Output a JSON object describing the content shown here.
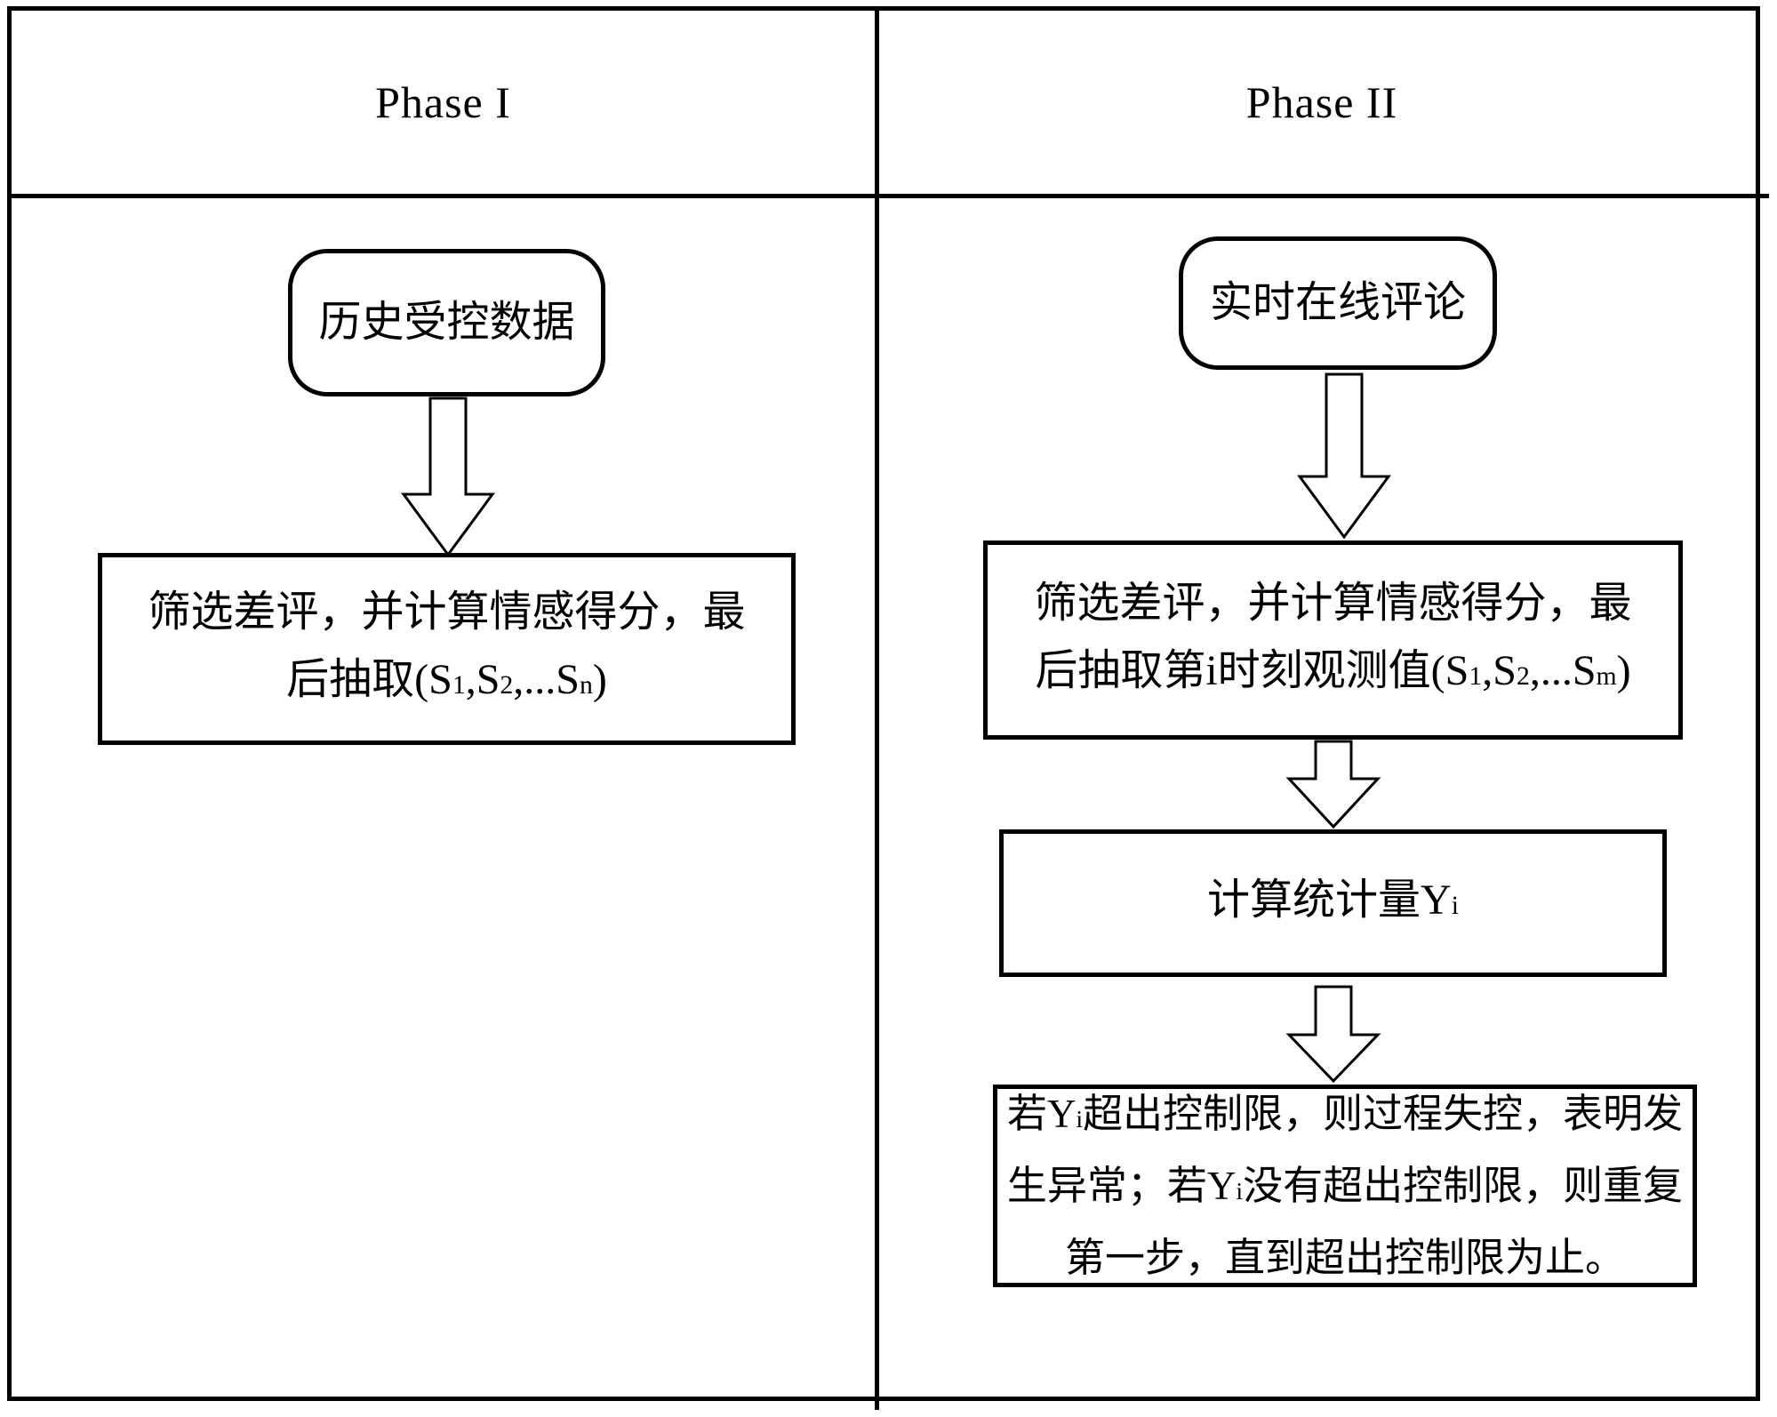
{
  "header": {
    "phase1_label": "Phase I",
    "phase2_label": "Phase II"
  },
  "colors": {
    "line": "#000000",
    "background": "#ffffff"
  },
  "phase1": {
    "start_label": "历史受控数据",
    "process_lines": [
      [
        {
          "t": "筛选差评，并计算情感得分，最"
        }
      ],
      [
        {
          "t": "后抽取(S"
        },
        {
          "t": "1",
          "s": "sub"
        },
        {
          "t": ",S"
        },
        {
          "t": "2",
          "s": "sub"
        },
        {
          "t": ",...S"
        },
        {
          "t": "n",
          "s": "sub"
        },
        {
          "t": ")"
        }
      ]
    ]
  },
  "phase2": {
    "start_label": "实时在线评论",
    "step1_lines": [
      [
        {
          "t": "筛选差评，并计算情感得分，最"
        }
      ],
      [
        {
          "t": "后抽取第i时刻观测值(S"
        },
        {
          "t": "1",
          "s": "sub"
        },
        {
          "t": ",S"
        },
        {
          "t": "2",
          "s": "sub"
        },
        {
          "t": ",...S"
        },
        {
          "t": "m",
          "s": "sub"
        },
        {
          "t": ")"
        }
      ]
    ],
    "step2_segments": [
      {
        "t": "计算统计量Y"
      },
      {
        "t": "i",
        "s": "sub"
      }
    ],
    "step3_lines": [
      [
        {
          "t": "若Y"
        },
        {
          "t": "i",
          "s": "sub"
        },
        {
          "t": "超出控制限，则过程失控，表明发"
        }
      ],
      [
        {
          "t": "生异常；若Y"
        },
        {
          "t": "i",
          "s": "sub"
        },
        {
          "t": "没有超出控制限，则重复"
        }
      ],
      [
        {
          "t": "第一步，直到超出控制限为止。"
        }
      ]
    ]
  }
}
